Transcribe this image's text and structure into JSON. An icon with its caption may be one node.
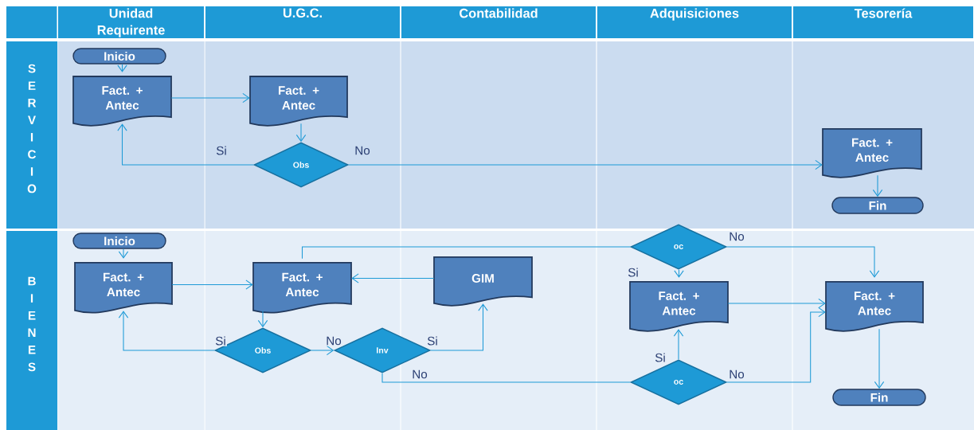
{
  "diagram": {
    "nodes": [
      {
        "text": [
          "Unidad Requirente"
        ]
      },
      {
        "text": [
          "U.G.C."
        ]
      },
      {
        "text": [
          "Contabilidad"
        ]
      },
      {
        "text": [
          "Adquisiciones"
        ]
      },
      {
        "text": [
          "Tesorería"
        ]
      },
      {
        "text": [
          "S E R V I C I O"
        ]
      },
      {
        "text": [
          "B I E N E S"
        ]
      },
      {
        "text": [
          "Inicio"
        ]
      },
      {
        "text": [
          "Fact. + Antec"
        ]
      },
      {
        "text": [
          "Fact. + Antec"
        ]
      },
      {
        "text": [
          "Obs"
        ]
      },
      {
        "text": [
          "Fact. + Antec"
        ]
      },
      {
        "text": [
          "Fin"
        ]
      },
      {
        "text": [
          "Inicio"
        ]
      },
      {
        "text": [
          "Fact. + Antec"
        ]
      },
      {
        "text": [
          "Fact. + Antec"
        ]
      },
      {
        "text": [
          "GIM"
        ]
      },
      {
        "text": [
          "Obs"
        ]
      },
      {
        "text": [
          "Inv"
        ]
      },
      {
        "text": [
          "oc"
        ]
      },
      {
        "text": [
          "Fact. + Antec"
        ]
      },
      {
        "text": [
          "Fact. + Antec"
        ]
      },
      {
        "text": [
          "oc"
        ]
      },
      {
        "text": [
          "Fin"
        ]
      }
    ],
    "edges": [
      {
        "from": 7,
        "to": 8,
        "arrow": "to"
      },
      {
        "from": 8,
        "to": 9,
        "arrow": "to"
      },
      {
        "from": 9,
        "to": 10,
        "arrow": "to"
      },
      {
        "from": 10,
        "to": 8,
        "arrow": "to",
        "label": "Si"
      },
      {
        "from": 10,
        "to": 11,
        "arrow": "to",
        "label": "No"
      },
      {
        "from": 11,
        "to": 12,
        "arrow": "to"
      },
      {
        "from": 13,
        "to": 14,
        "arrow": "to"
      },
      {
        "from": 14,
        "to": 15,
        "arrow": "to"
      },
      {
        "from": 16,
        "to": 15,
        "arrow": "to"
      },
      {
        "from": 15,
        "to": 17,
        "arrow": "to"
      },
      {
        "from": 17,
        "to": 14,
        "arrow": "to",
        "label": "Si"
      },
      {
        "from": 17,
        "to": 18,
        "arrow": "to",
        "label": "No"
      },
      {
        "from": 18,
        "to": 16,
        "arrow": "to",
        "label": "Si"
      },
      {
        "from": 18,
        "to": 22,
        "arrow": "none",
        "label": "No"
      },
      {
        "from": 15,
        "to": 19,
        "arrow": "none"
      },
      {
        "from": 19,
        "to": 20,
        "arrow": "to",
        "label": "Si"
      },
      {
        "from": 19,
        "to": 21,
        "arrow": "to",
        "label": "No"
      },
      {
        "from": 20,
        "to": 21,
        "arrow": "to"
      },
      {
        "from": 22,
        "to": 20,
        "arrow": "to",
        "label": "Si"
      },
      {
        "from": 22,
        "to": 21,
        "arrow": "to",
        "label": "No"
      },
      {
        "from": 21,
        "to": 23,
        "arrow": "to"
      }
    ]
  }
}
